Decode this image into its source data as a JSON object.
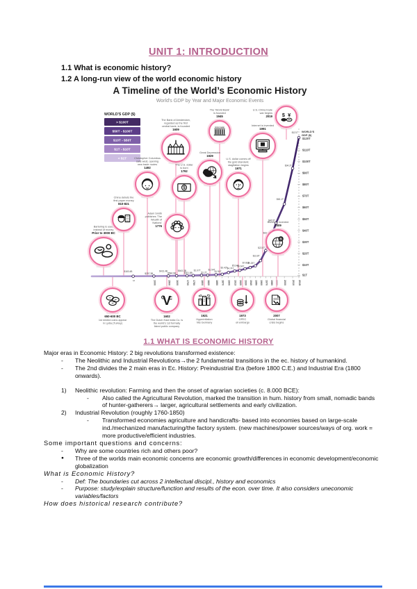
{
  "page": {
    "title": "UNIT 1: INTRODUCTION",
    "subtitle1": "1.1 What is economic history?",
    "subtitle2": "1.2 A long-run view of the world economic history"
  },
  "chart_data": {
    "type": "line",
    "title": "A Timeline of the World’s Economic History",
    "subtitle": "World's GDP by Year and Major Economic Events",
    "ylabel_line1": "WORLD'S",
    "ylabel_line2": "GDP ($)",
    "legend": {
      "title": "WORLD'S GDP ($)",
      "items": [
        {
          "label": "> $100T",
          "color": "#432a63"
        },
        {
          "label": "$50T - $100T",
          "color": "#5c3d88"
        },
        {
          "label": "$10T - $50T",
          "color": "#7e5fa8"
        },
        {
          "label": "$1T - $10T",
          "color": "#a687c6"
        },
        {
          "label": "< $1T",
          "color": "#cdbde2"
        }
      ]
    },
    "y_ticks": [
      {
        "label": "$120T",
        "v": 120
      },
      {
        "label": "$110T",
        "v": 110
      },
      {
        "label": "$100T",
        "v": 100
      },
      {
        "label": "$90T",
        "v": 90
      },
      {
        "label": "$80T",
        "v": 80
      },
      {
        "label": "$70T",
        "v": 70
      },
      {
        "label": "$60T",
        "v": 60
      },
      {
        "label": "$50T",
        "v": 50
      },
      {
        "label": "$40T",
        "v": 40
      },
      {
        "label": "$30T",
        "v": 30
      },
      {
        "label": "$20T",
        "v": 20
      },
      {
        "label": "$10T",
        "v": 10
      },
      {
        "label": "$1T",
        "v": 1
      }
    ],
    "x_years": [
      {
        "y": "1",
        "f": 0.2
      },
      {
        "y": "1000",
        "f": 0.3
      },
      {
        "y": "1500",
        "f": 0.37
      },
      {
        "y": "1600",
        "f": 0.41
      },
      {
        "y": "1700",
        "f": 0.46
      },
      {
        "y": "1750",
        "f": 0.49
      },
      {
        "y": "1800",
        "f": 0.53
      },
      {
        "y": "1820",
        "f": 0.56
      },
      {
        "y": "1850",
        "f": 0.6
      },
      {
        "y": "1870",
        "f": 0.63
      },
      {
        "y": "1900",
        "f": 0.66
      },
      {
        "y": "1913",
        "f": 0.69
      },
      {
        "y": "1920",
        "f": 0.715
      },
      {
        "y": "1930",
        "f": 0.74
      },
      {
        "y": "1940",
        "f": 0.765
      },
      {
        "y": "1950",
        "f": 0.79
      },
      {
        "y": "1960",
        "f": 0.815
      },
      {
        "y": "1970",
        "f": 0.84
      },
      {
        "y": "1980",
        "f": 0.865
      },
      {
        "y": "1990",
        "f": 0.89
      },
      {
        "y": "2000",
        "f": 0.93
      },
      {
        "y": "2010",
        "f": 0.97
      },
      {
        "y": "2015",
        "f": 1.0
      }
    ],
    "series": [
      {
        "name": "World GDP ($ trillions)",
        "points": [
          {
            "f": 0.0,
            "v": 0.15,
            "label": ""
          },
          {
            "f": 0.2,
            "v": 0.18,
            "label": "$183.4B"
          },
          {
            "f": 0.3,
            "v": 0.3,
            "label": "$297.3B"
          },
          {
            "f": 0.37,
            "v": 0.43,
            "label": "$431.4B"
          },
          {
            "f": 0.41,
            "v": 0.58,
            "label": "$584.9B"
          },
          {
            "f": 0.46,
            "v": 0.64,
            "label": "$643.3B"
          },
          {
            "f": 0.49,
            "v": 0.82,
            "label": "$821.8B"
          },
          {
            "f": 0.53,
            "v": 1.07,
            "label": "$1.07T"
          },
          {
            "f": 0.56,
            "v": 1.2,
            "label": "$1.2T"
          },
          {
            "f": 0.6,
            "v": 1.54,
            "label": "$1.54T"
          },
          {
            "f": 0.63,
            "v": 1.94,
            "label": "$1.94T"
          },
          {
            "f": 0.66,
            "v": 3.42,
            "label": "$3.42T"
          },
          {
            "f": 0.69,
            "v": 4.74,
            "label": "$4.74T"
          },
          {
            "f": 0.715,
            "v": 5.34,
            "label": "$5.34T"
          },
          {
            "f": 0.74,
            "v": 6.64,
            "label": "$6.64T"
          },
          {
            "f": 0.765,
            "v": 7.81,
            "label": "$7.81T"
          },
          {
            "f": 0.79,
            "v": 9.25,
            "label": "$9.25T"
          },
          {
            "f": 0.815,
            "v": 13.8,
            "label": "$13.8T"
          },
          {
            "f": 0.84,
            "v": 22.5,
            "label": "$22.5T"
          },
          {
            "f": 0.865,
            "v": 33.6,
            "label": "$33.6T"
          },
          {
            "f": 0.89,
            "v": 46.5,
            "label": "$46.5T"
          },
          {
            "f": 0.93,
            "v": 63.1,
            "label": "$63.1T"
          },
          {
            "f": 0.97,
            "v": 94.2,
            "label": "$94.2T"
          },
          {
            "f": 1.0,
            "v": 121,
            "label": "$121T"
          }
        ]
      }
    ],
    "events_above": [
      {
        "icon": "barter",
        "year": "Prior to 3000 BC",
        "lines": [
          "Bartering is used",
          "instead of money"
        ],
        "cx": 57,
        "cy": 241,
        "r": 20,
        "label": "above"
      },
      {
        "icon": "china-money",
        "year": "810-821",
        "lines": [
          "China debuts the",
          "first paper money"
        ],
        "cx": 86,
        "cy": 195,
        "r": 16,
        "label": "above"
      },
      {
        "icon": "columbus",
        "year": "1492",
        "lines": [
          "Christopher Columbus",
          "sails west, opening",
          "new trade routes"
        ],
        "cx": 120,
        "cy": 144,
        "r": 17,
        "label": "above"
      },
      {
        "icon": "bank",
        "year": "1609",
        "lines": [
          "The Bank of Amsterdam,",
          "regarded as the first",
          "central bank, is founded"
        ],
        "cx": 161,
        "cy": 92,
        "r": 20,
        "label": "above"
      },
      {
        "icon": "dollar-bill",
        "year": "1792",
        "lines": [
          "The U.S. dollar",
          "is born"
        ],
        "cx": 173,
        "cy": 149,
        "r": 17,
        "label": "above"
      },
      {
        "icon": "adam-smith",
        "year": "1776",
        "lines": [
          "Adam Smith",
          "publishes 'The",
          "Wealth of",
          "Nations'"
        ],
        "cx": 163,
        "cy": 205,
        "r": 17,
        "label": "left"
      },
      {
        "icon": "world-bank",
        "year": "1945",
        "lines": [
          "The 'World Bank'",
          "is founded"
        ],
        "cx": 224,
        "cy": 68,
        "r": 15,
        "label": "above"
      },
      {
        "icon": "bear",
        "year": "1929",
        "lines": [
          "Great Depression"
        ],
        "cx": 210,
        "cy": 127,
        "r": 17,
        "label": "above"
      },
      {
        "icon": "nixon",
        "year": "1971",
        "lines": [
          "U.S. dollar comes off",
          "the gold standard;",
          "stagflation begins"
        ],
        "cx": 251,
        "cy": 145,
        "r": 17,
        "label": "above"
      },
      {
        "icon": "computer",
        "year": "1991",
        "lines": [
          "Internet is invented"
        ],
        "cx": 286,
        "cy": 89,
        "r": 18,
        "label": "above"
      },
      {
        "icon": "trade-war",
        "year": "2019",
        "lines": [
          "U.S.-China trade",
          "war begins"
        ],
        "cx": 320,
        "cy": 47,
        "r": 15,
        "label": "left",
        "line_to": 80
      },
      {
        "icon": "btc-globe",
        "year": "2009",
        "lines": [
          "Bitcoin is invented"
        ],
        "cx": 308,
        "cy": 227,
        "r": 17,
        "label": "above"
      }
    ],
    "events_below": [
      {
        "icon": "coins",
        "year": "650-600 BC",
        "lines": [
          "1st minted coins appear",
          "in Lydia (Turkey)"
        ],
        "cx": 70,
        "cy": 311,
        "r": 17
      },
      {
        "icon": "voc",
        "year": "1602",
        "lines": [
          "The Dutch East India Co. is",
          "the world's 1st formally",
          "listed public company"
        ],
        "cx": 148,
        "cy": 311,
        "r": 17
      },
      {
        "icon": "city",
        "year": "1921",
        "lines": [
          "Hyperinflation",
          "hits Germany"
        ],
        "cx": 202,
        "cy": 311,
        "r": 16
      },
      {
        "icon": "coins-drop",
        "year": "1973",
        "lines": [
          "OPEC",
          "oil embargo"
        ],
        "cx": 257,
        "cy": 311,
        "r": 16
      },
      {
        "icon": "doc-crisis",
        "year": "2007",
        "lines": [
          "Global financial",
          "crisis begins"
        ],
        "cx": 306,
        "cy": 311,
        "r": 16
      }
    ]
  },
  "section": {
    "heading": "1.1 WHAT IS ECONOMIC HISTORY",
    "lines": [
      {
        "style": "n",
        "indent": 0,
        "marker": "",
        "text": "Major eras in Economic History: 2 big revolutions transformed existence:"
      },
      {
        "style": "n",
        "indent": 1,
        "marker": "-",
        "text": "The Neolithic and Industrial Revolutions→the 2 fundamental transitions in the ec. history of humankind."
      },
      {
        "style": "n",
        "indent": 1,
        "marker": "-",
        "text": "The 2nd divides the 2 main eras in Ec. History: Preindustrial Era (before 1800 C.E.) and Industrial Era (1800 onwards)."
      },
      {
        "style": "n",
        "indent": 1,
        "marker": "1)",
        "gap": true,
        "text": "Neolithic revolution: Farming and then the onset of agrarian societies (c. 8.000 BCE):"
      },
      {
        "style": "n",
        "indent": 2,
        "marker": "-",
        "text": "Also called the Agricultural Revolution, marked the transition in hum. history from small, nomadic bands of hunter-gatherers→ larger, agricultural settlements and early civilization."
      },
      {
        "style": "n",
        "indent": 1,
        "marker": "2)",
        "text": "Industrial Revolution (roughly 1760-1850)"
      },
      {
        "style": "n",
        "indent": 2,
        "marker": "-",
        "text": "Transformed economies agriculture and handicrafts- based into economies based on large-scale ind./mechanized manufacturing/the factory system. (new machines/power sources/ways of org. work = more productive/efficient industries."
      },
      {
        "style": "w",
        "indent": 0,
        "marker": "",
        "text": "Some important questions and concerns:"
      },
      {
        "style": "n",
        "indent": 1,
        "marker": "-",
        "text": "Why are some countries rich and others poor?"
      },
      {
        "style": "n",
        "indent": 1,
        "marker": "●",
        "text": "Three of the worlds main economic concerns are economic growth/differences in economic development/economic globalization"
      },
      {
        "style": "wi",
        "indent": 0,
        "marker": "",
        "text": "What is Economic History?"
      },
      {
        "style": "i",
        "indent": 1,
        "marker": "-",
        "text": "Def: The boundaries cut across 2 intellectual discipl., history and economics"
      },
      {
        "style": "i",
        "indent": 1,
        "marker": "-",
        "text": "Purpose: study/explain structure/function and results of the econ. over time. It also considers uneconomic variables/factors"
      },
      {
        "style": "wi",
        "indent": 0,
        "marker": "",
        "text": "How does historical research contribute?"
      }
    ]
  },
  "colors": {
    "heading_pink": "#b5608c",
    "circle_pink": "#ee6f9f",
    "circle_ring_pink": "#fbd3e1",
    "connector_pink": "#f6b3cb",
    "curve_dark": "#3a1f63",
    "curve_light": "#bcaad8",
    "bottom_line_blue": "#3b78e7"
  }
}
